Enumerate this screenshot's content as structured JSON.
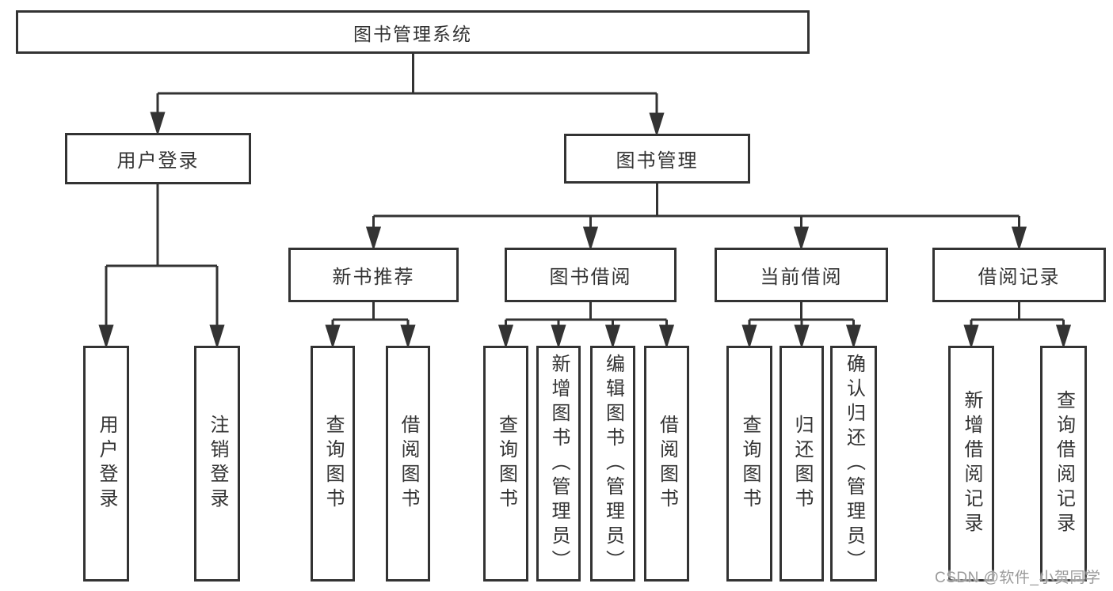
{
  "diagram": {
    "root": "图书管理系统",
    "level2": {
      "user_login": "用户登录",
      "book_mgmt": "图书管理"
    },
    "level3": {
      "new_books": "新书推荐",
      "book_borrow": "图书借阅",
      "current_borrow": "当前借阅",
      "borrow_records": "借阅记录"
    },
    "leaves": {
      "user_login": [
        "用户登录",
        "注销登录"
      ],
      "new_books": [
        "查询图书",
        "借阅图书"
      ],
      "book_borrow": [
        "查询图书",
        "新增图书（管理员）",
        "编辑图书（管理员）",
        "借阅图书"
      ],
      "current_borrow": [
        "查询图书",
        "归还图书",
        "确认归还（管理员）"
      ],
      "borrow_records": [
        "新增借阅记录",
        "查询借阅记录"
      ]
    }
  },
  "watermark": "CSDN @软件_小贺同学",
  "colors": {
    "line": "#333333",
    "text": "#333333",
    "watermark": "#9b9b9b",
    "background": "#ffffff"
  }
}
